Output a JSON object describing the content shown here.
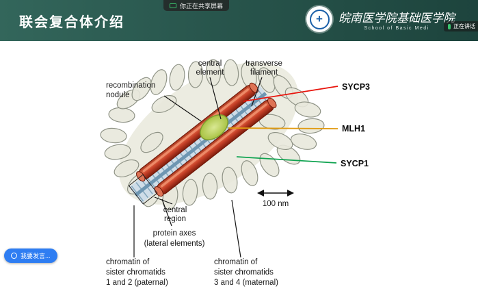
{
  "header": {
    "title": "联会复合体介绍",
    "school_cn": "皖南医学院基础医学院",
    "school_en": "School of Basic Medi",
    "logo_glyph": "+"
  },
  "overlays": {
    "share_banner": "你正在共享屏幕",
    "speaking": "正在讲话",
    "floating_button": "我要发言..."
  },
  "diagram": {
    "labels": {
      "central_element_1": "central",
      "central_element_2": "element",
      "transverse_filament_1": "transverse",
      "transverse_filament_2": "filament",
      "recombination_nodule_1": "recombination",
      "recombination_nodule_2": "nodule",
      "central_region_1": "central",
      "central_region_2": "region",
      "protein_axes_1": "protein axes",
      "protein_axes_2": "(lateral elements)",
      "scale": "100 nm",
      "chromatin_left_1": "chromatin of",
      "chromatin_left_2": "sister chromatids",
      "chromatin_left_3": "1 and 2 (paternal)",
      "chromatin_right_1": "chromatin of",
      "chromatin_right_2": "sister chromatids",
      "chromatin_right_3": "3 and 4 (maternal)"
    },
    "callouts": [
      {
        "label": "SYCP3",
        "color": "#e8150d"
      },
      {
        "label": "MLH1",
        "color": "#e09a10"
      },
      {
        "label": "SYCP1",
        "color": "#0fa350"
      }
    ]
  }
}
